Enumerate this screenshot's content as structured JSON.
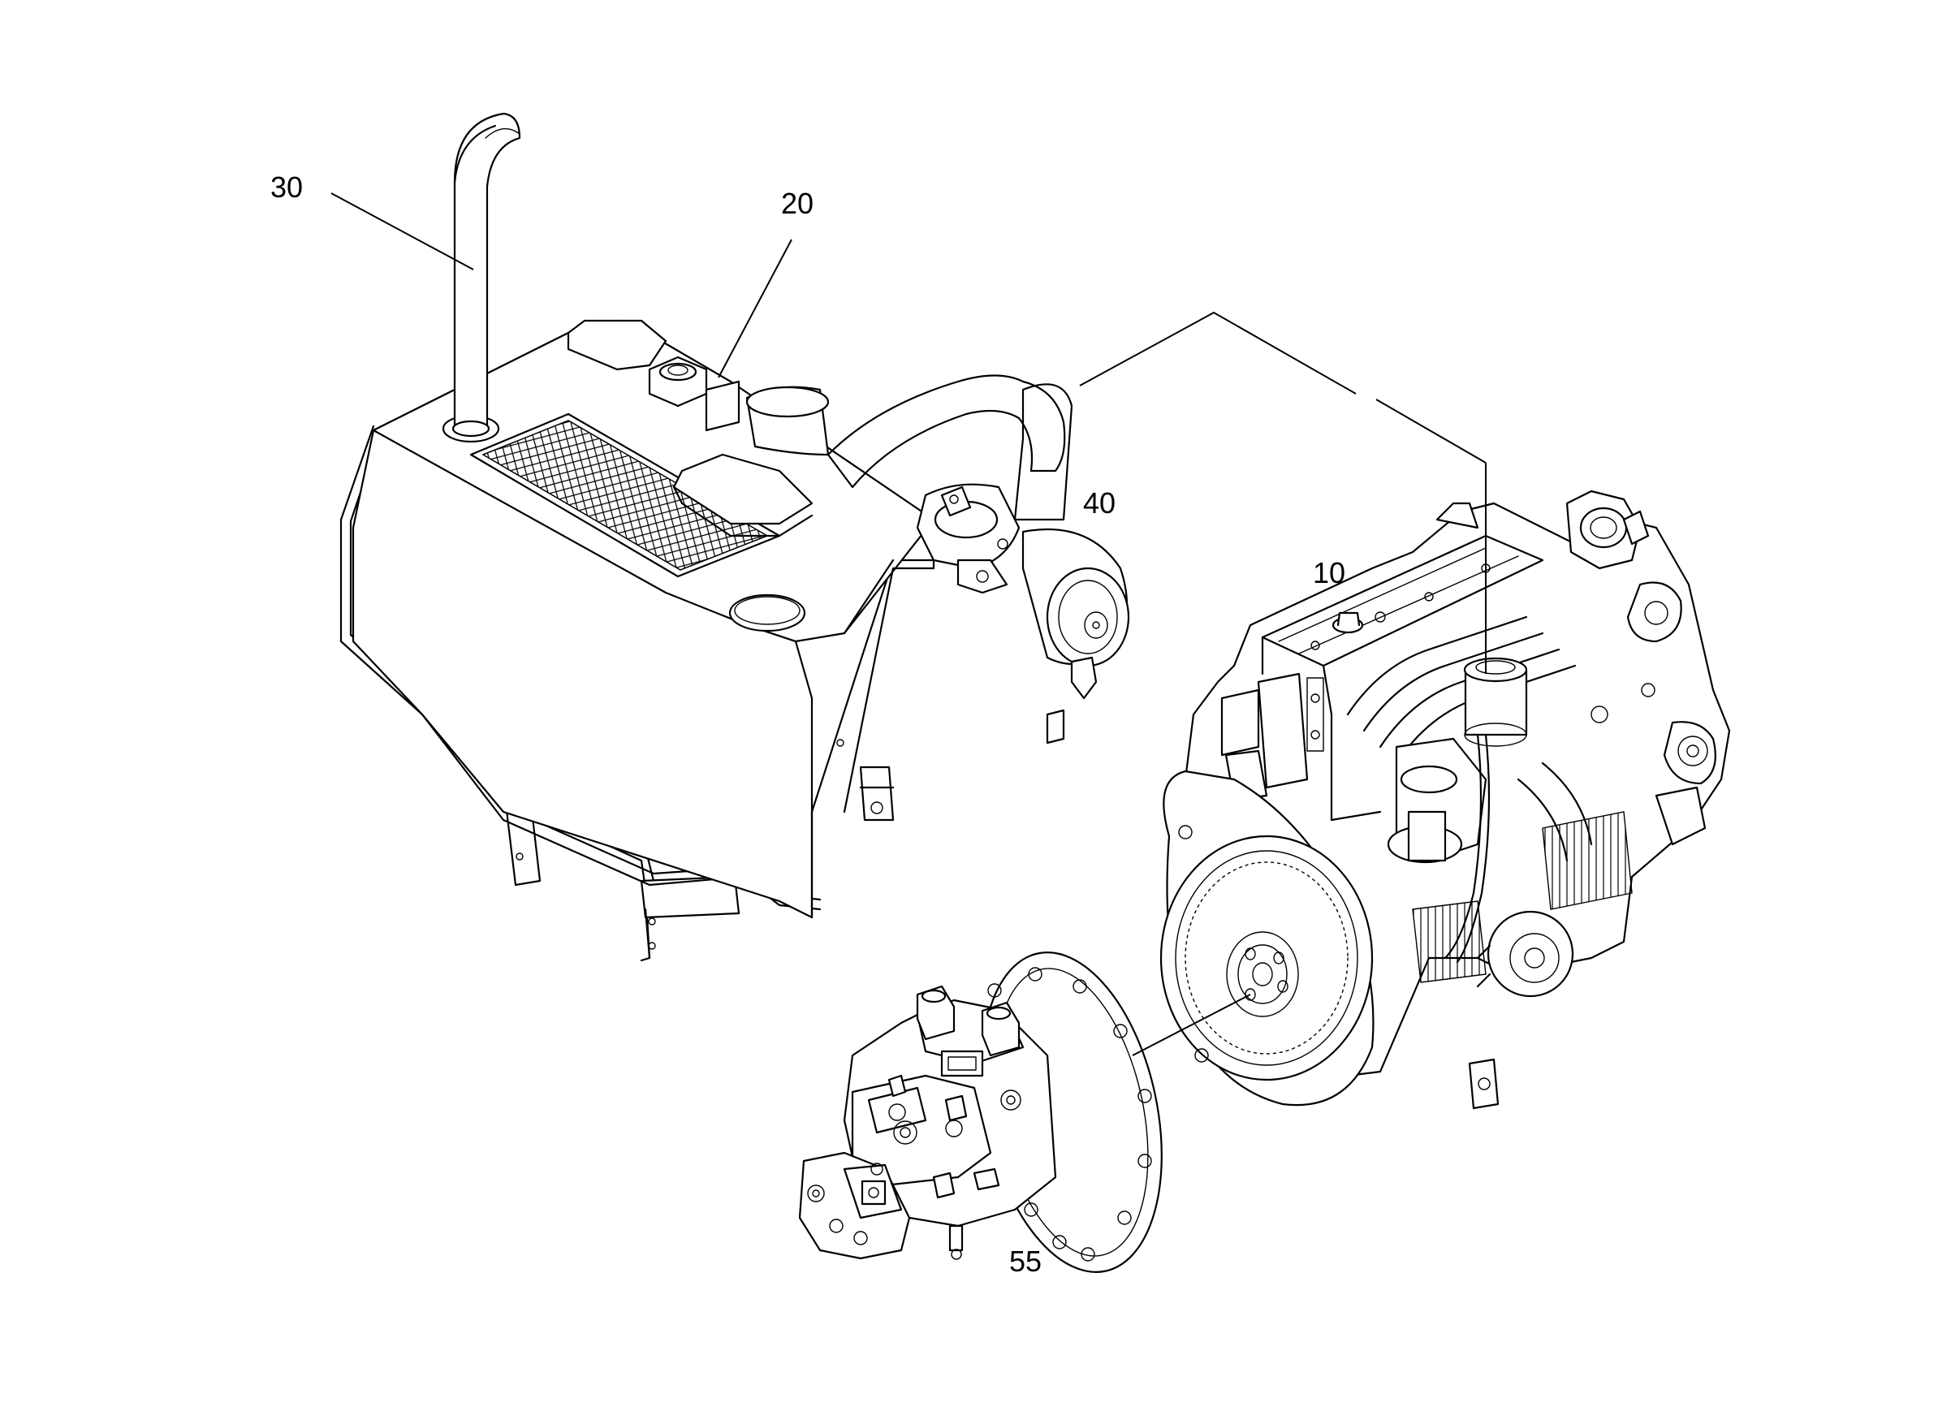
{
  "callouts": {
    "c10": "10",
    "c20": "20",
    "c30": "30",
    "c40": "40",
    "c55": "55"
  },
  "colors": {
    "line": "#000000",
    "background": "#ffffff"
  }
}
